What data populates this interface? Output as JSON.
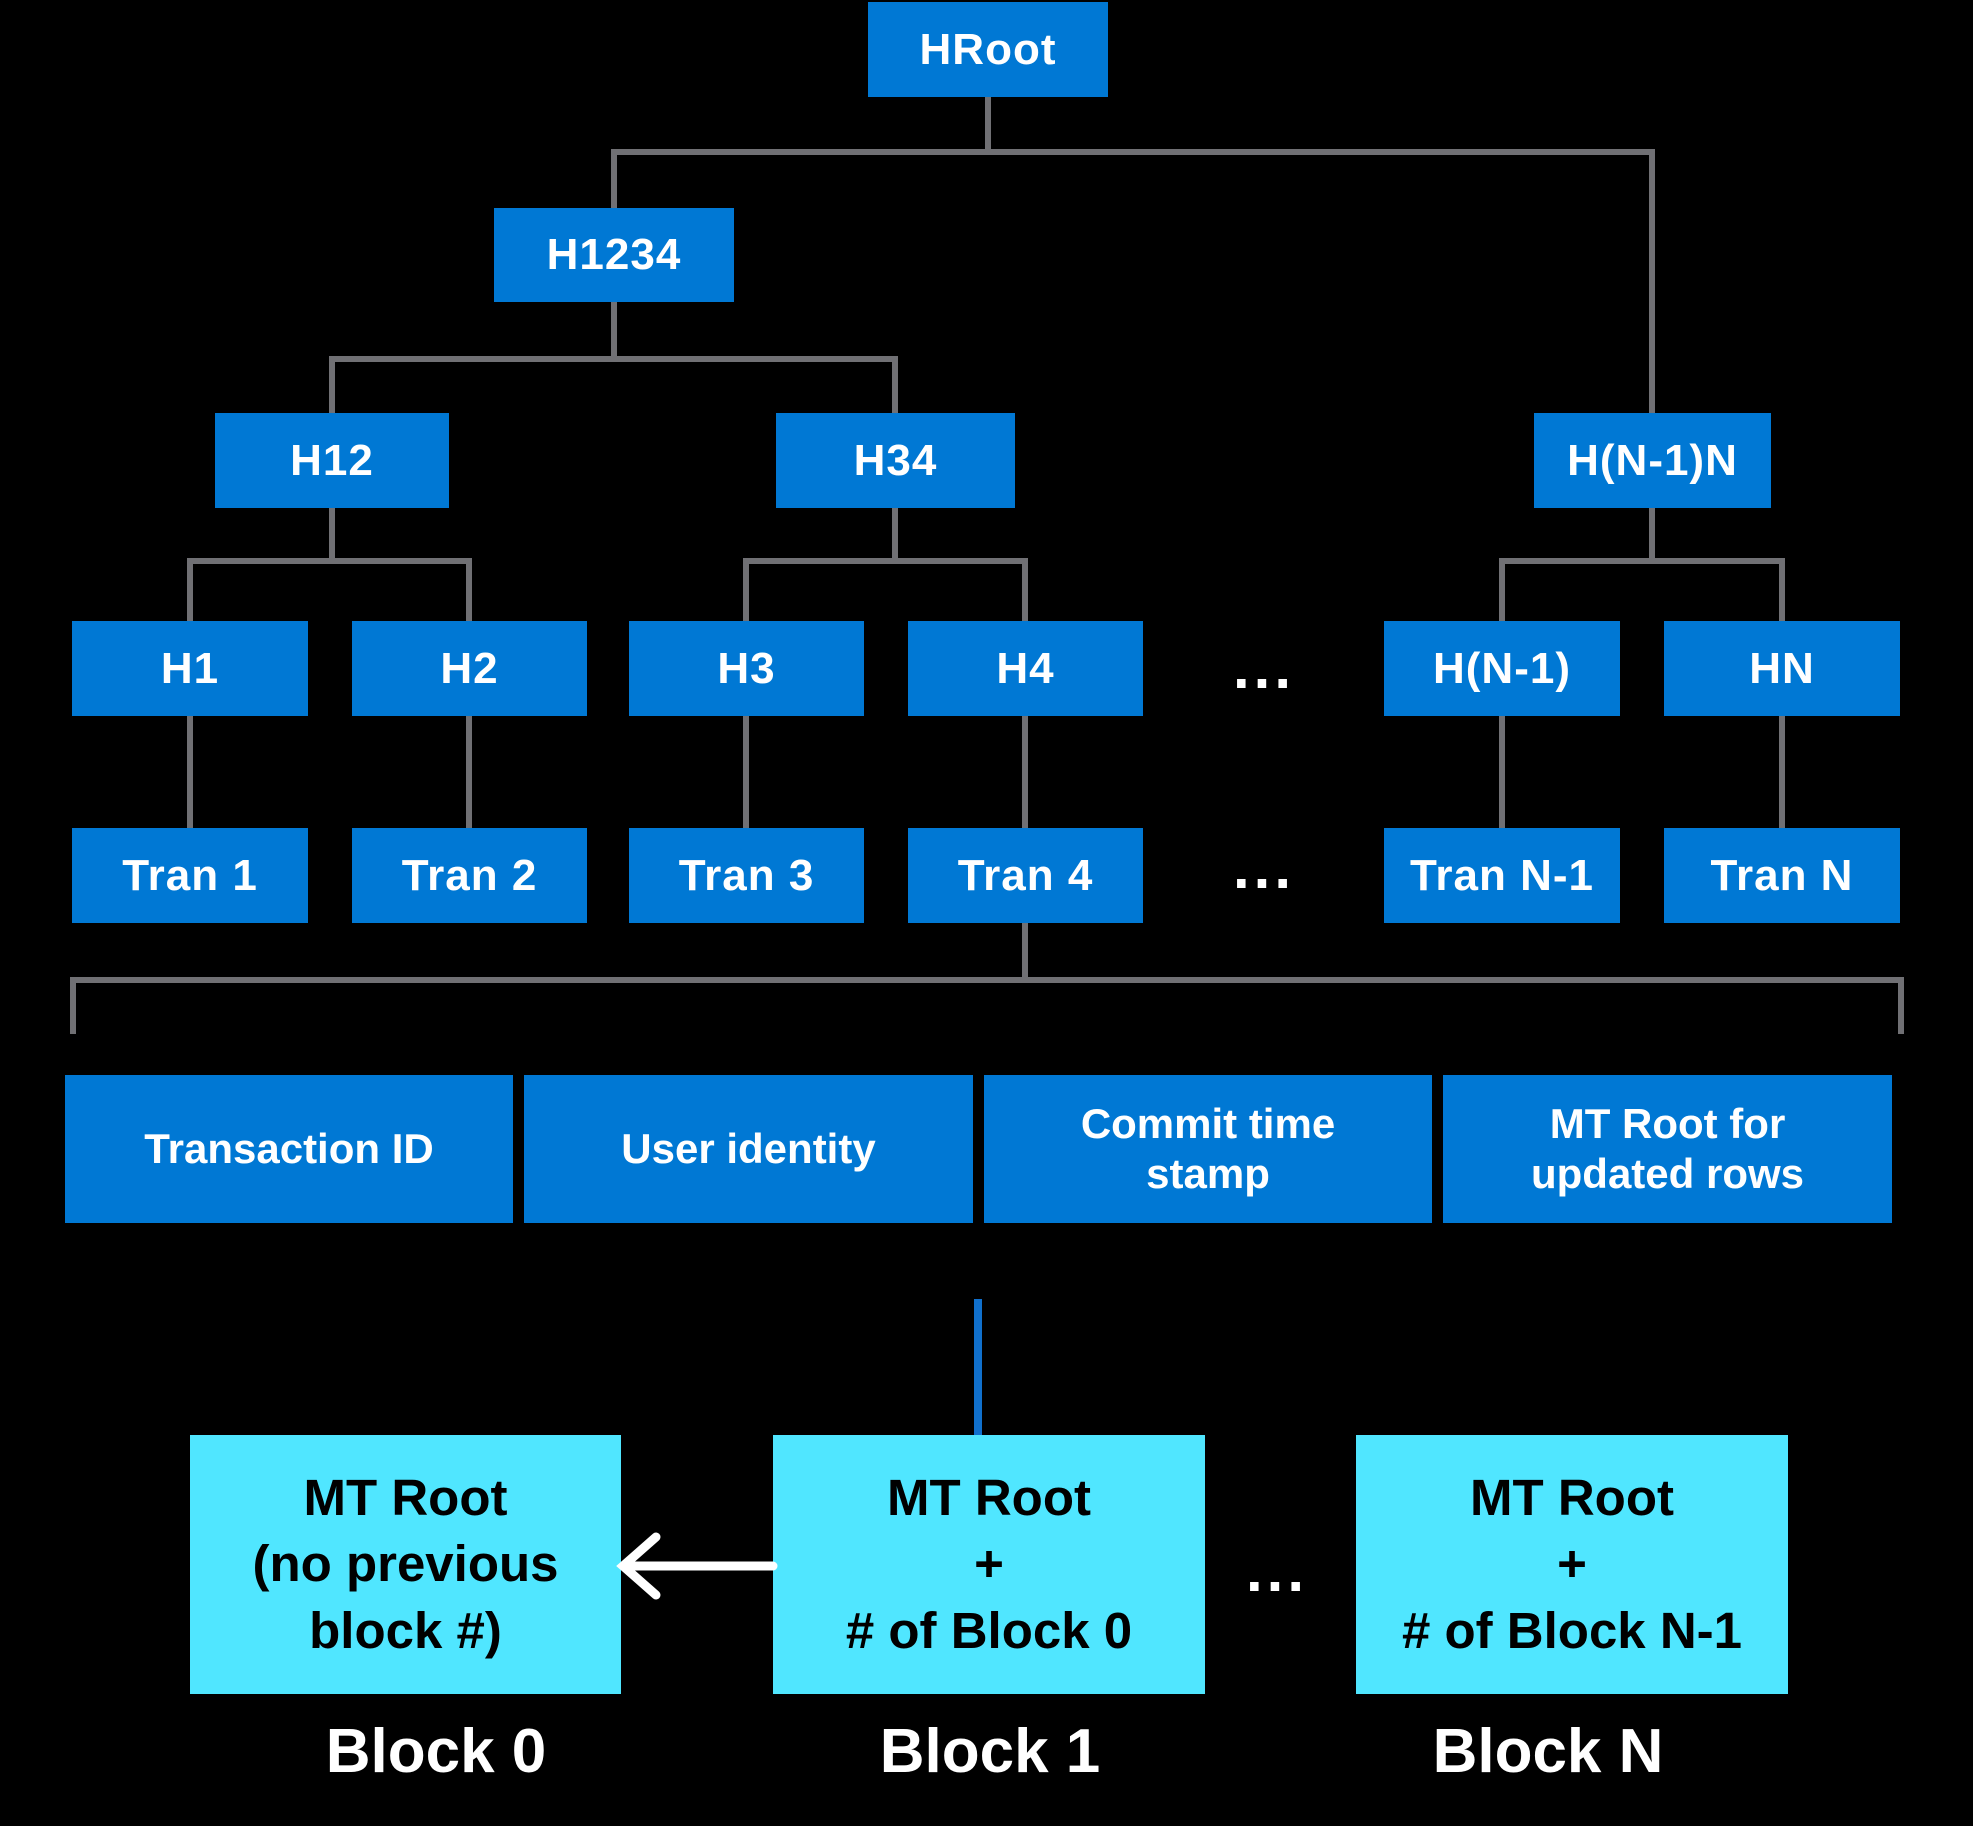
{
  "colors": {
    "background": "#000000",
    "node_blue": "#0078D4",
    "block_cyan": "#50E6FF",
    "connector_gray": "#707074",
    "link_blue": "#1070CD",
    "node_text": "#FFFFFF",
    "block_text": "#000000"
  },
  "tree": {
    "root": "HRoot",
    "parent": "H1234",
    "level2": [
      "H12",
      "H34",
      "H(N-1)N"
    ],
    "level3": [
      "H1",
      "H2",
      "H3",
      "H4",
      "H(N-1)",
      "HN"
    ],
    "level4": [
      "Tran 1",
      "Tran 2",
      "Tran 3",
      "Tran 4",
      "Tran N-1",
      "Tran N"
    ],
    "ellipsis": "..."
  },
  "record": {
    "segments": [
      "Transaction ID",
      "User identity",
      "Commit time stamp",
      "MT Root for updated rows"
    ]
  },
  "blocks": {
    "ellipsis": "...",
    "items": [
      {
        "lines": [
          "MT Root",
          "(no previous",
          "block #)"
        ],
        "label": "Block 0"
      },
      {
        "lines": [
          "MT Root",
          "+",
          "# of Block 0"
        ],
        "label": "Block 1"
      },
      {
        "lines": [
          "MT Root",
          "+",
          "# of Block N-1"
        ],
        "label": "Block N"
      }
    ]
  }
}
